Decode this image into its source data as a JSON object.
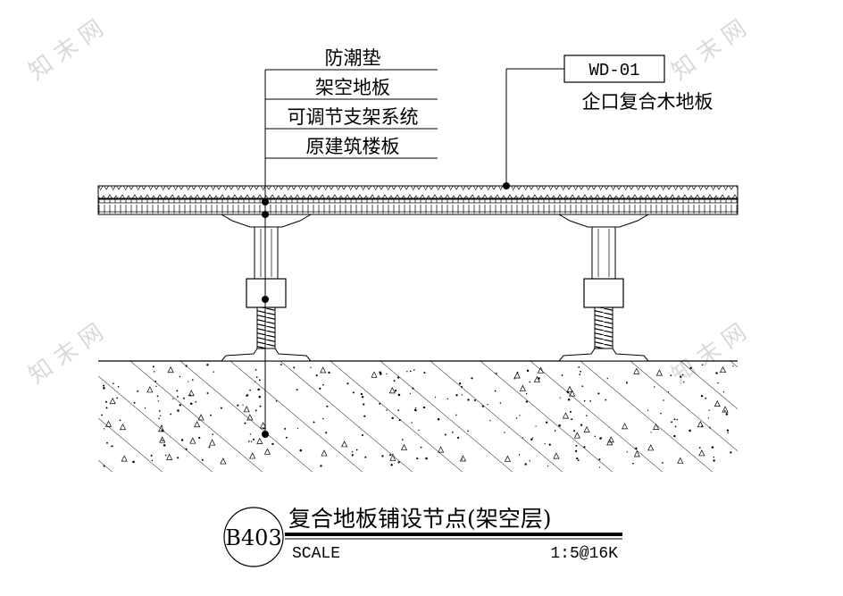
{
  "layer_labels": [
    "防潮垫",
    "架空地板",
    "可调节支架系统",
    "原建筑楼板"
  ],
  "material_tag": {
    "code": "WD-01",
    "description": "企口复合木地板"
  },
  "title_block": {
    "detail_number": "B403",
    "title": "复合地板铺设节点(架空层)",
    "scale_label": "SCALE",
    "scale_value": "1:5@16K"
  },
  "colors": {
    "line": "#000000",
    "watermark": "#d9d9d9",
    "background": "#ffffff"
  }
}
